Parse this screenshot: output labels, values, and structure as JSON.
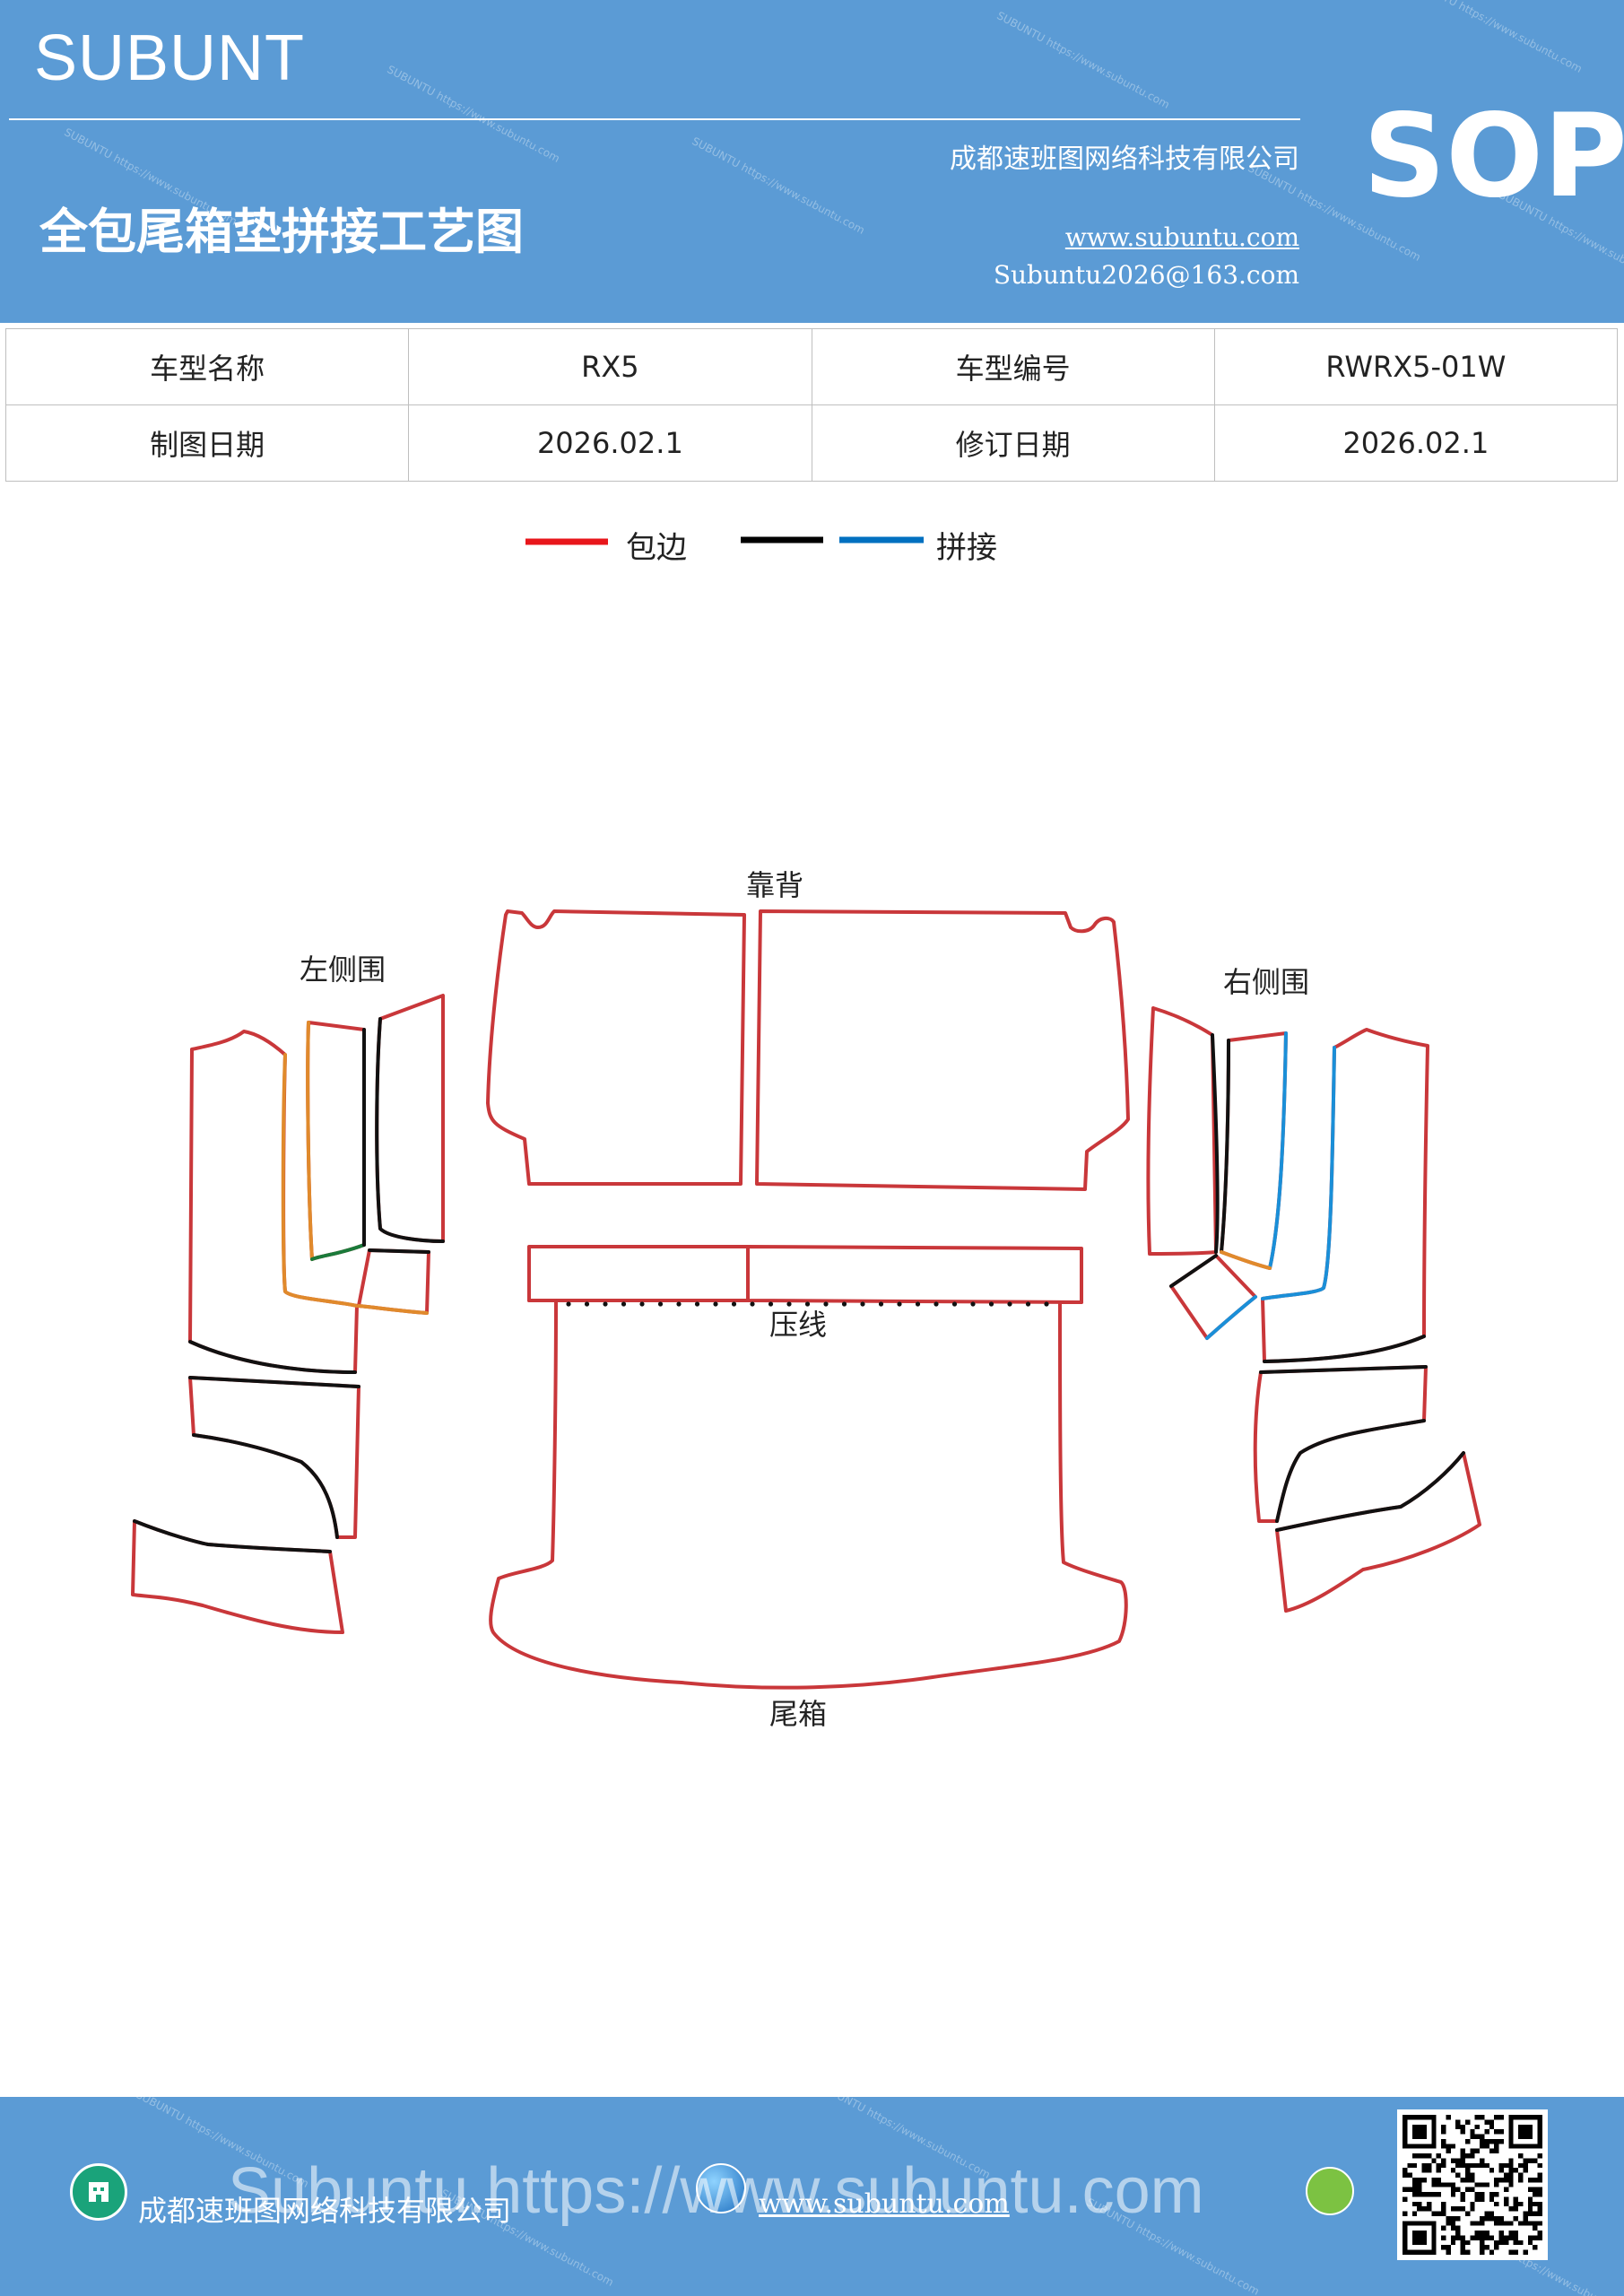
{
  "header": {
    "brand": "SUBUNT",
    "badge": "SOP",
    "title": "全包尾箱垫拼接工艺图",
    "company": "成都速班图网络科技有限公司",
    "website": "www.subuntu.com",
    "email": "Subuntu2026@163.com",
    "watermark": "SUBUNTU https://www.subuntu.com"
  },
  "info": {
    "model_name_label": "车型名称",
    "model_name_value": "RX5",
    "model_code_label": "车型编号",
    "model_code_value": "RWRX5-01W",
    "draw_date_label": "制图日期",
    "draw_date_value": "2026.02.1",
    "revise_date_label": "修订日期",
    "revise_date_value": "2026.02.1"
  },
  "legend": {
    "edge_label": "包边",
    "join_label": "拼接",
    "edge_color": "#e8161b",
    "join_black": "#000000",
    "join_blue": "#0070c0"
  },
  "diagram": {
    "backrest": "靠背",
    "left_side": "左侧围",
    "right_side": "右侧围",
    "crease": "压线",
    "trunk": "尾箱",
    "colors": {
      "edge": "#c9373a",
      "black": "#111111",
      "blue": "#1a8fd8",
      "orange": "#e08a2c",
      "green": "#1a7a3a"
    }
  },
  "footer": {
    "company": "成都速班图网络科技有限公司",
    "website": "www.subuntu.com",
    "overlay": "Subuntu.https://www.subuntu.com"
  }
}
